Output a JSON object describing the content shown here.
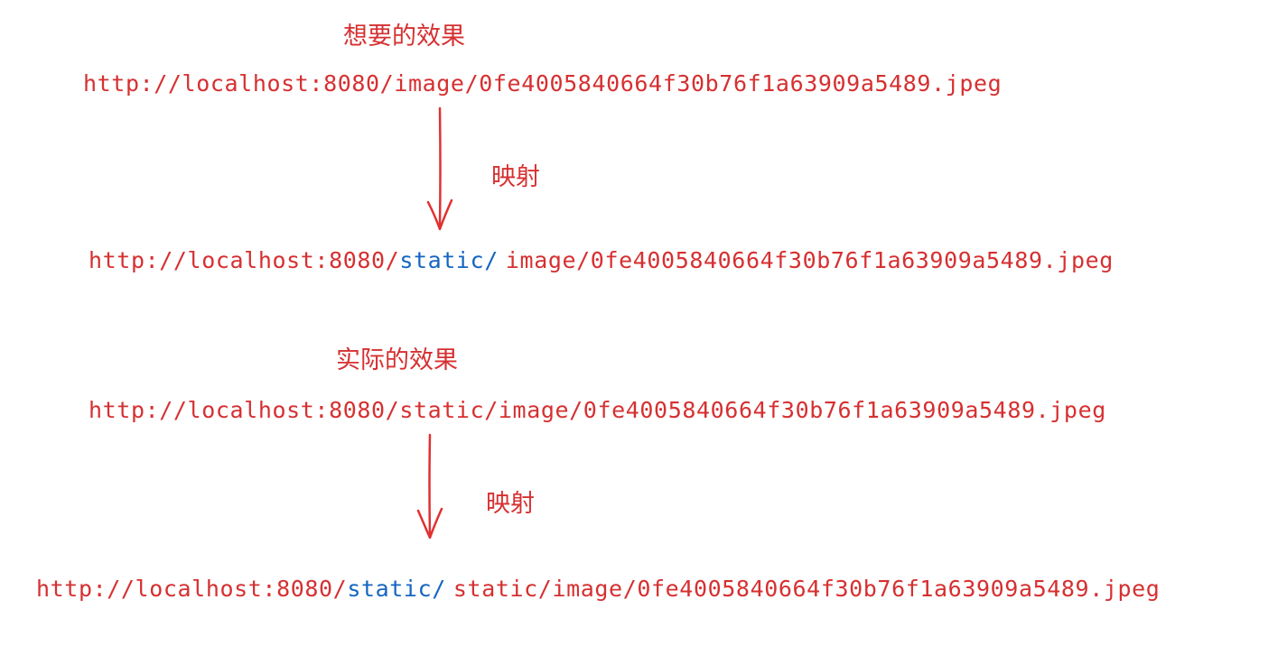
{
  "colors": {
    "text_red": "#d63031",
    "text_blue": "#1565c0",
    "arrow_red": "#e03131"
  },
  "sections": {
    "expected": {
      "heading": "想要的效果",
      "source_url": "http://localhost:8080/image/0fe4005840664f30b76f1a63909a5489.jpeg",
      "arrow_label": "映射",
      "mapped_url": {
        "prefix": "http://localhost:8080/",
        "highlight": "static/",
        "suffix": "image/0fe4005840664f30b76f1a63909a5489.jpeg"
      }
    },
    "actual": {
      "heading": "实际的效果",
      "source_url": "http://localhost:8080/static/image/0fe4005840664f30b76f1a63909a5489.jpeg",
      "arrow_label": "映射",
      "mapped_url": {
        "prefix": "http://localhost:8080/",
        "highlight": "static/",
        "suffix": "static/image/0fe4005840664f30b76f1a63909a5489.jpeg"
      }
    }
  }
}
